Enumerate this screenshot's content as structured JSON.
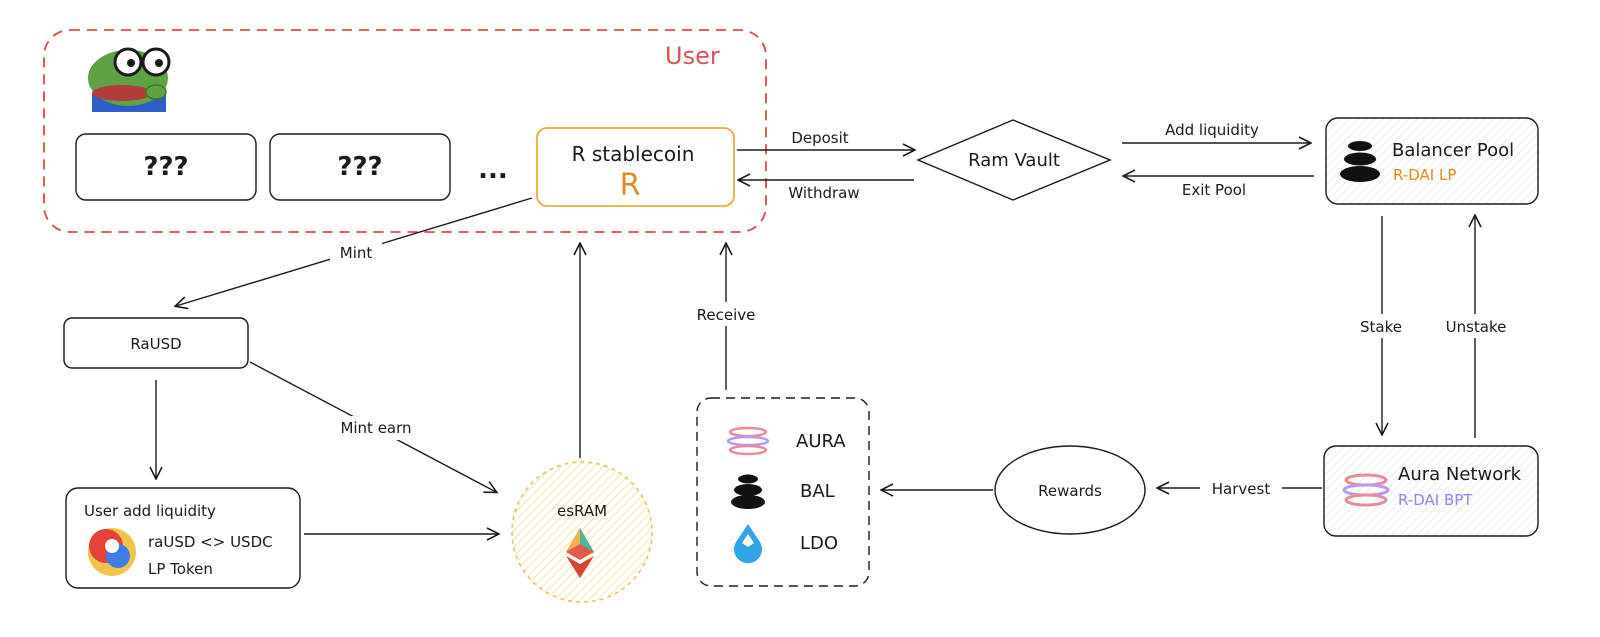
{
  "user_group": {
    "label": "User"
  },
  "user_boxes": [
    {
      "label": "???"
    },
    {
      "label": "???"
    }
  ],
  "ellipsis": "...",
  "r_stablecoin": {
    "title": "R stablecoin",
    "symbol": "R"
  },
  "ram_vault": {
    "label": "Ram Vault"
  },
  "balancer_pool": {
    "title": "Balancer Pool",
    "sub": "R-DAI LP"
  },
  "aura_network": {
    "title": "Aura Network",
    "sub": "R-DAI BPT"
  },
  "rausd": {
    "label": "RaUSD"
  },
  "user_liquidity": {
    "title": "User add liquidity",
    "line1": "raUSD <> USDC",
    "line2": "LP Token"
  },
  "esram": {
    "label": "esRAM"
  },
  "rewards": {
    "label": "Rewards"
  },
  "reward_tokens": [
    {
      "label": "AURA",
      "icon": "aura-icon"
    },
    {
      "label": "BAL",
      "icon": "bal-icon"
    },
    {
      "label": "LDO",
      "icon": "ldo-icon"
    }
  ],
  "edges": {
    "deposit": "Deposit",
    "withdraw": "Withdraw",
    "add_liquidity": "Add liquidity",
    "exit_pool": "Exit Pool",
    "stake": "Stake",
    "unstake": "Unstake",
    "harvest": "Harvest",
    "receive": "Receive",
    "mint": "Mint",
    "mint_earn": "Mint earn"
  },
  "colors": {
    "user_border": "#e0474c",
    "r_border": "#f0a93a",
    "accent_orange": "#e58a1f",
    "accent_purple": "#9a7ff0"
  }
}
